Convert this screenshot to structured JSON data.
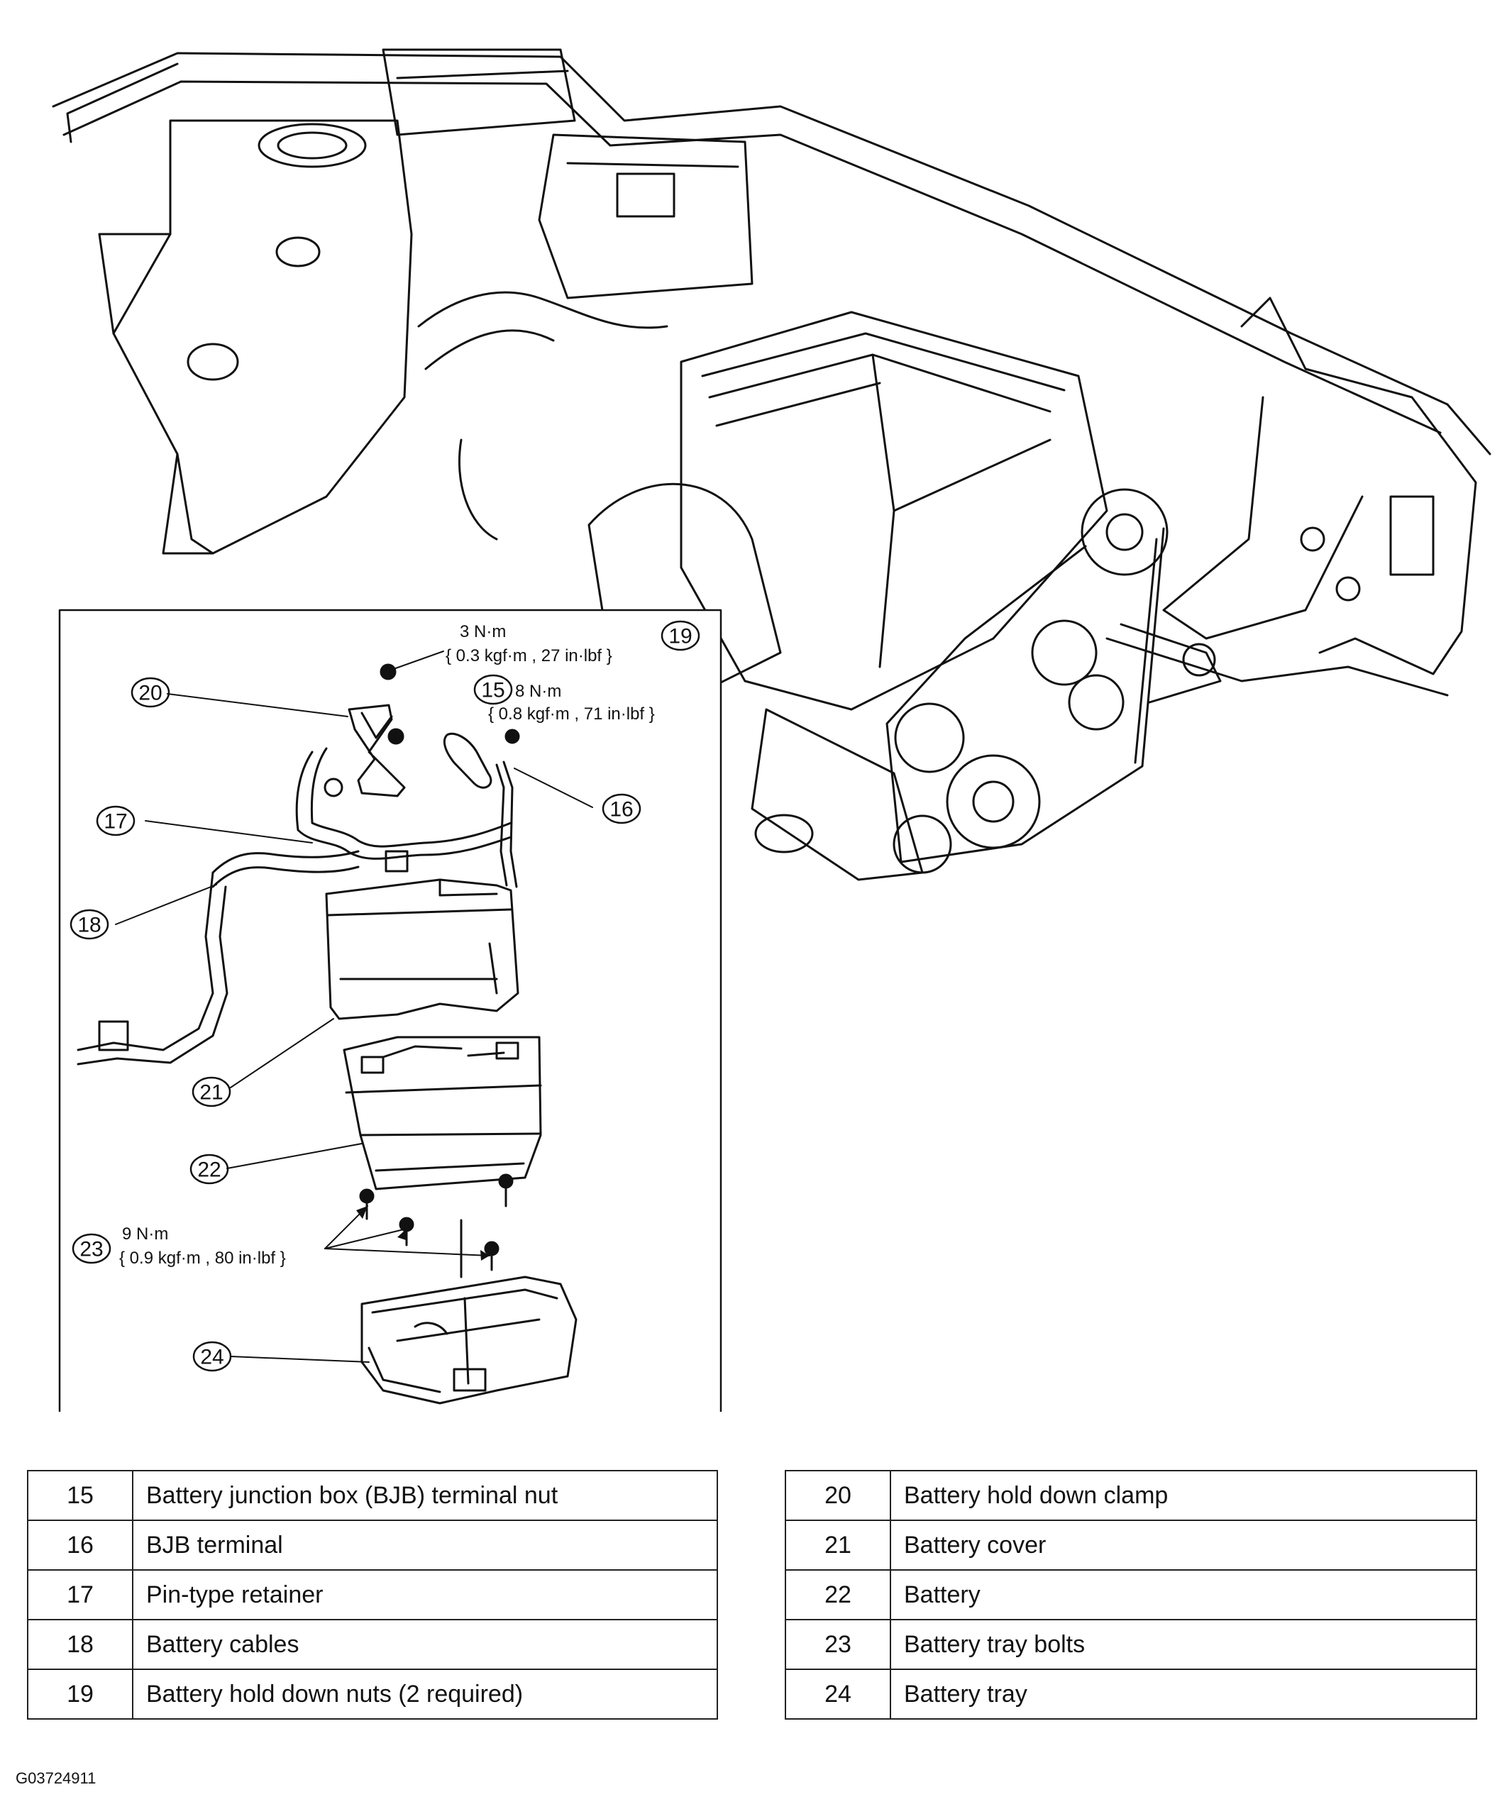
{
  "callouts": {
    "c15": "15",
    "c16": "16",
    "c17": "17",
    "c18": "18",
    "c19": "19",
    "c20": "20",
    "c21": "21",
    "c22": "22",
    "c23": "23",
    "c24": "24"
  },
  "torque": {
    "t19_a": "3 N·m",
    "t19_b": "{ 0.3 kgf·m , 27 in·lbf }",
    "t15_a": "8 N·m",
    "t15_b": "{ 0.8 kgf·m , 71 in·lbf }",
    "t23_a": "9 N·m",
    "t23_b": "{ 0.9 kgf·m , 80 in·lbf }"
  },
  "legend_left": [
    {
      "num": "15",
      "desc": "Battery junction box (BJB) terminal nut"
    },
    {
      "num": "16",
      "desc": "BJB terminal"
    },
    {
      "num": "17",
      "desc": "Pin-type retainer"
    },
    {
      "num": "18",
      "desc": "Battery cables"
    },
    {
      "num": "19",
      "desc": "Battery hold down nuts (2 required)"
    }
  ],
  "legend_right": [
    {
      "num": "20",
      "desc": "Battery hold down clamp"
    },
    {
      "num": "21",
      "desc": "Battery cover"
    },
    {
      "num": "22",
      "desc": "Battery"
    },
    {
      "num": "23",
      "desc": "Battery tray bolts"
    },
    {
      "num": "24",
      "desc": "Battery tray"
    }
  ],
  "figure_code": "G03724911"
}
